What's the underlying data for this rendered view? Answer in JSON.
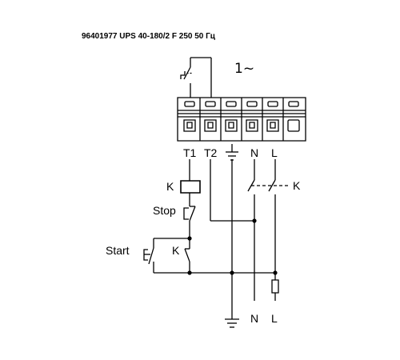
{
  "title": "96401977 UPS 40-180/2 F 250 50 Гц",
  "supply": {
    "phase_label": "1~"
  },
  "terminals": {
    "t1": "T1",
    "t2": "T2",
    "n": "N",
    "l": "L"
  },
  "controls": {
    "contactor": "K",
    "contactor_contacts": "K",
    "stop": "Stop",
    "start": "Start",
    "self_hold": "K"
  },
  "bottom": {
    "n": "N",
    "l": "L"
  }
}
